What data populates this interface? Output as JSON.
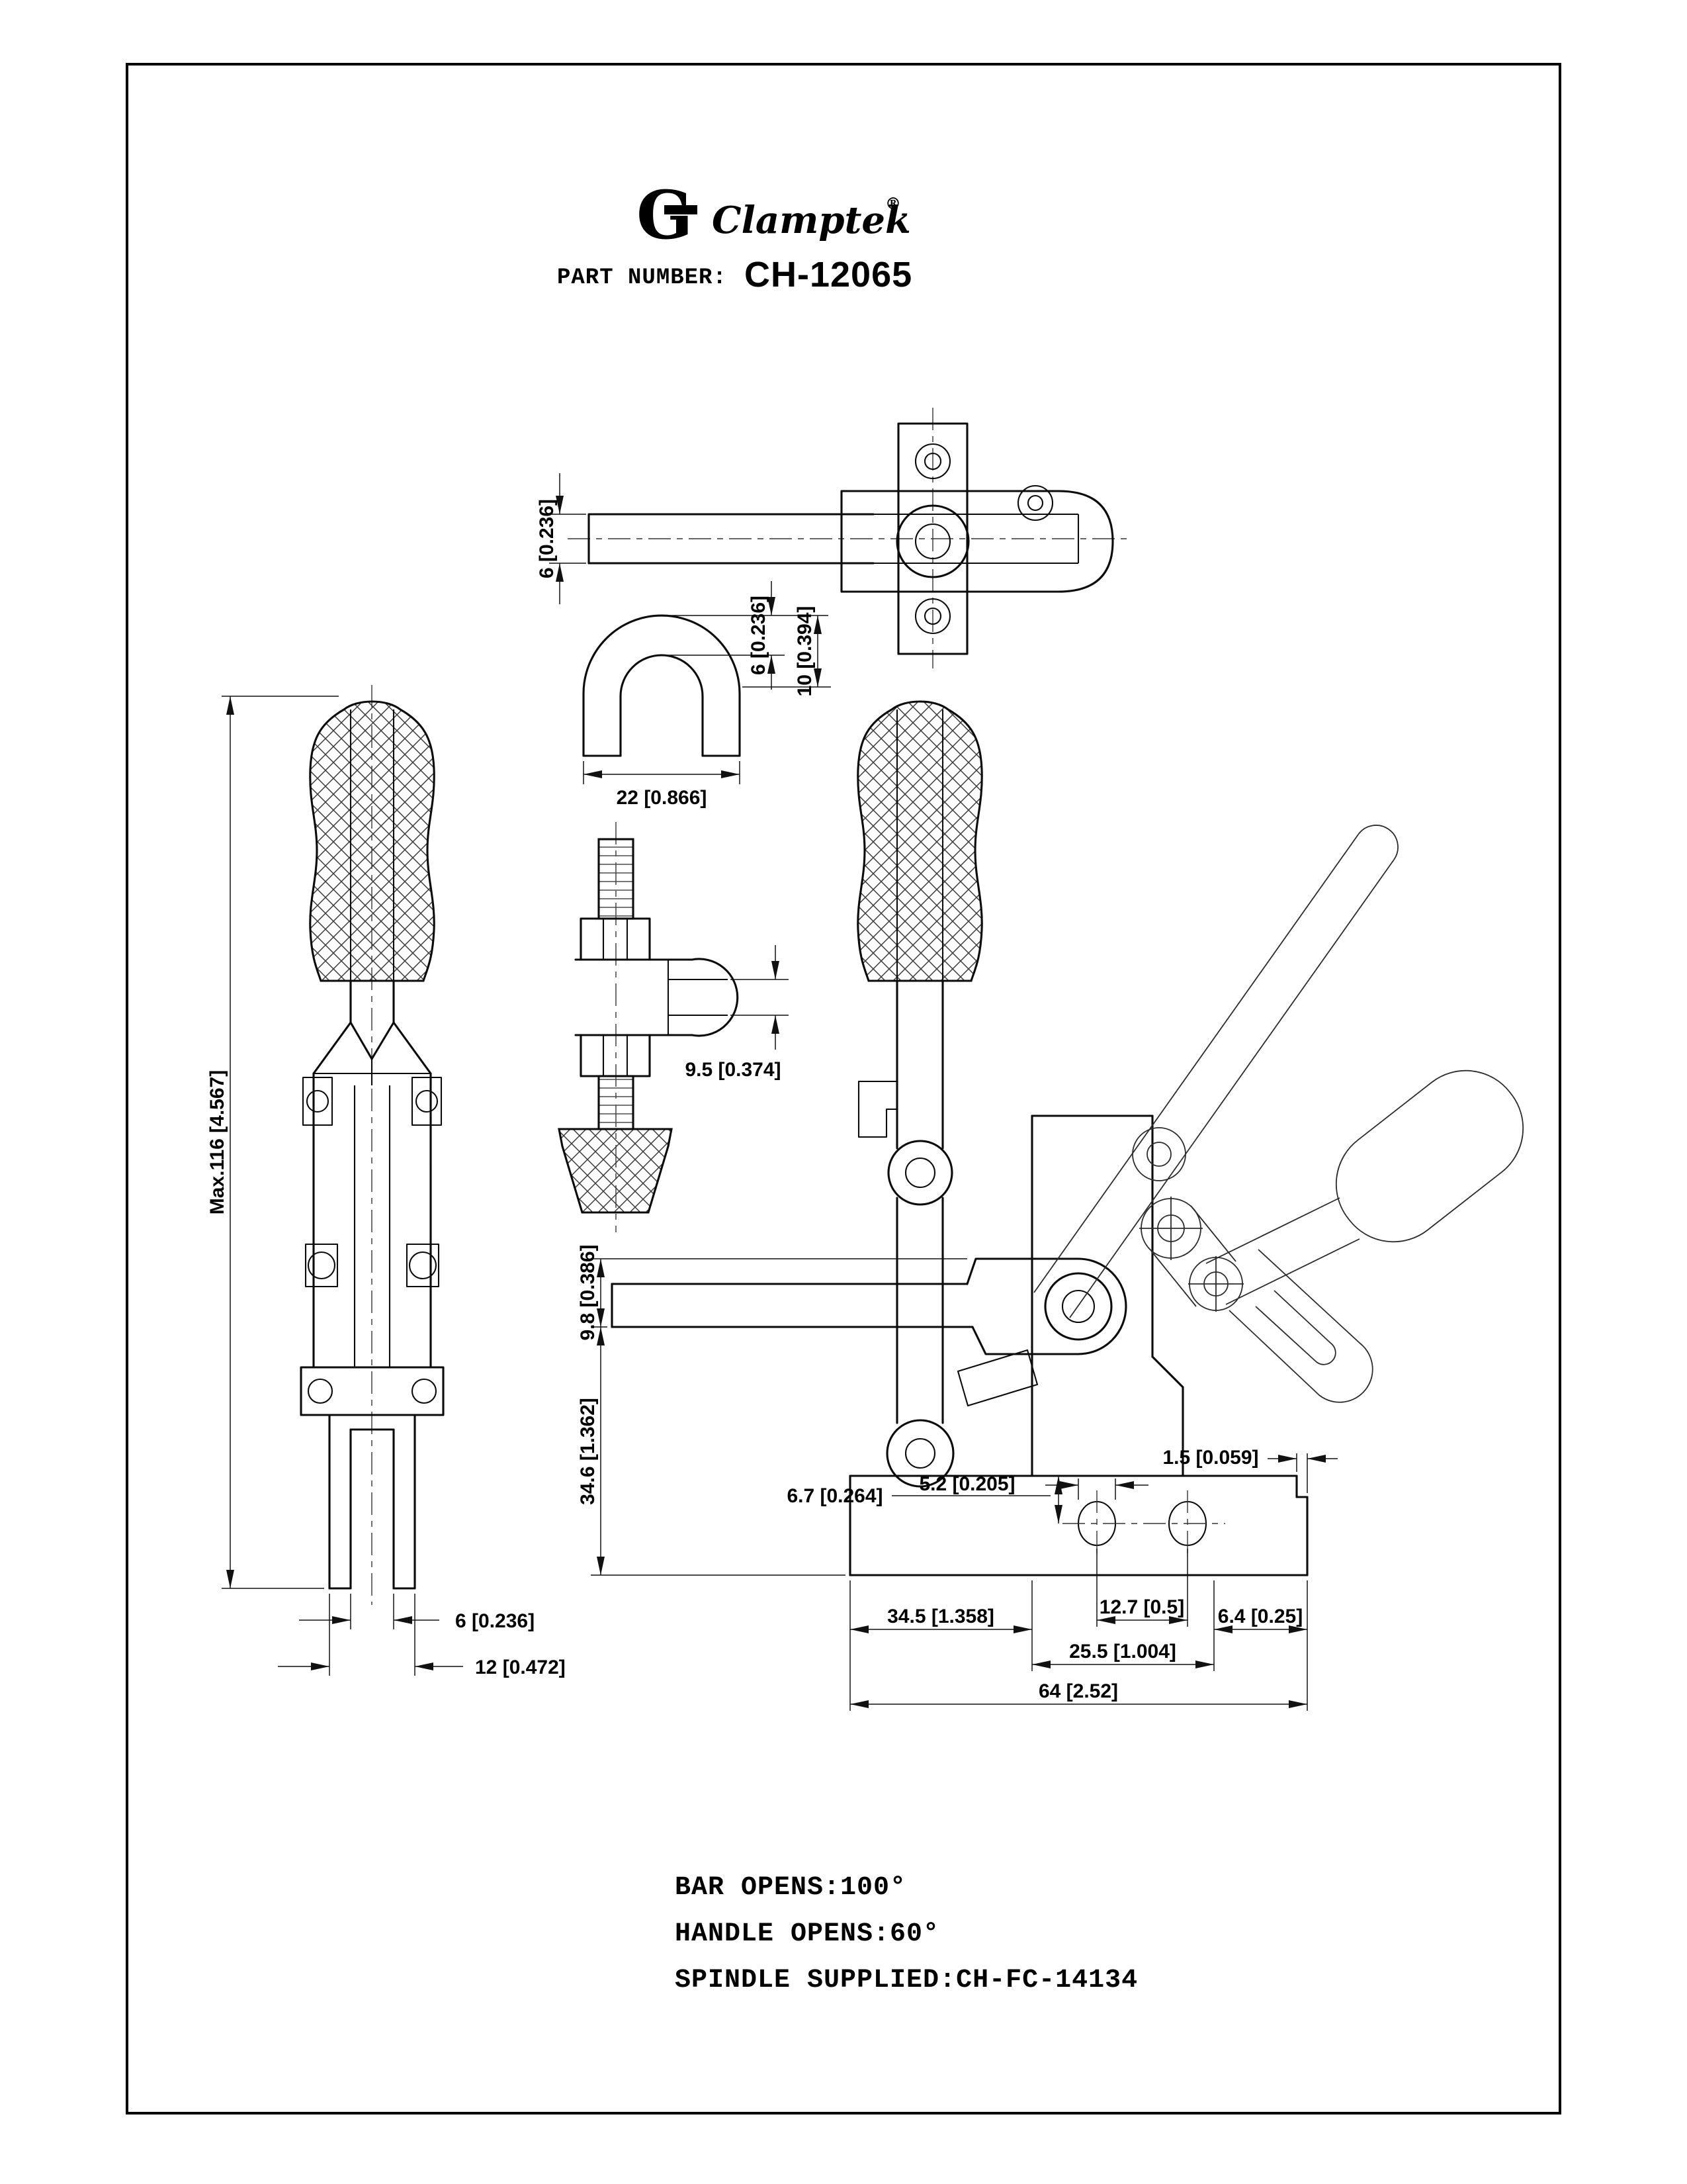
{
  "header": {
    "mark": "G",
    "brand": "Clamptek",
    "registered": "®",
    "part_label": "PART NUMBER:",
    "part_number": "CH-12065"
  },
  "views": {
    "top": {
      "thickness": "6 [0.236]"
    },
    "ubolt": {
      "width": "22 [0.866]",
      "rod": "6 [0.236]",
      "height": "10 [0.394]"
    },
    "front": {
      "max_height": "Max.116 [4.567]",
      "slot": "6 [0.236]",
      "fork": "12 [0.472]"
    },
    "spindle": {
      "dia": "9.5 [0.374]"
    },
    "side": {
      "bar_height": "9.8 [0.386]",
      "bar_to_base": "34.6 [1.362]",
      "hole_depth": "6.7 [0.264]",
      "slot_width": "5.2 [0.205]",
      "edge_step": "1.5 [0.059]",
      "left_len": "34.5 [1.358]",
      "hole_pitch": "12.7 [0.5]",
      "hole_span": "25.5 [1.004]",
      "right_margin": "6.4 [0.25]",
      "total_len": "64 [2.52]"
    }
  },
  "notes": {
    "bar_opens": "BAR OPENS:100°",
    "handle_opens": "HANDLE OPENS:60°",
    "spindle_supplied": "SPINDLE SUPPLIED:CH-FC-14134"
  }
}
